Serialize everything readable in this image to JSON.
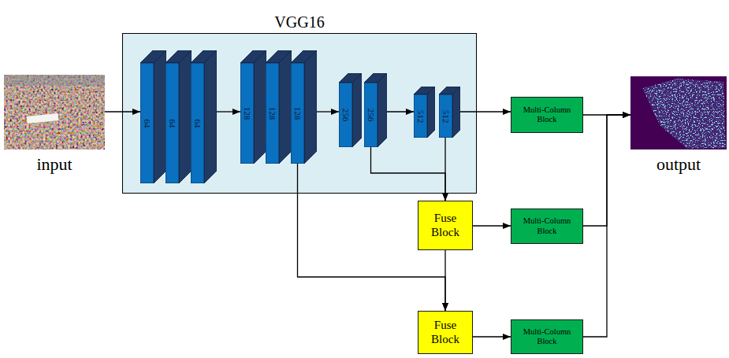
{
  "diagram": {
    "nodes": [
      {
        "text": [
          "input"
        ]
      },
      {
        "text": [
          "VGG16"
        ]
      },
      {
        "text": [
          "64"
        ],
        "in": 1
      },
      {
        "text": [
          "64"
        ],
        "in": 1
      },
      {
        "text": [
          "64"
        ],
        "in": 1
      },
      {
        "text": [
          "128"
        ],
        "in": 1
      },
      {
        "text": [
          "128"
        ],
        "in": 1
      },
      {
        "text": [
          "128"
        ],
        "in": 1
      },
      {
        "text": [
          "256"
        ],
        "in": 1
      },
      {
        "text": [
          "256"
        ],
        "in": 1
      },
      {
        "text": [
          "512"
        ],
        "in": 1
      },
      {
        "text": [
          "512"
        ],
        "in": 1
      },
      {
        "text": [
          "Multi-Column Block"
        ]
      },
      {
        "text": [
          "output"
        ]
      },
      {
        "text": [
          "Fuse Block"
        ]
      },
      {
        "text": [
          "Multi-Column Block"
        ]
      },
      {
        "text": [
          "Fuse Block"
        ]
      },
      {
        "text": [
          "Multi-Column Block"
        ]
      }
    ],
    "edges": [
      {
        "from": 0,
        "to": 2,
        "arrow": "to"
      },
      {
        "from": 4,
        "to": 5,
        "arrow": "to"
      },
      {
        "from": 7,
        "to": 8,
        "arrow": "to"
      },
      {
        "from": 9,
        "to": 10,
        "arrow": "to"
      },
      {
        "from": 11,
        "to": 12,
        "arrow": "to"
      },
      {
        "from": 12,
        "to": 13,
        "arrow": "to"
      },
      {
        "from": 9,
        "to": 14,
        "arrow": "to"
      },
      {
        "from": 11,
        "to": 14,
        "arrow": "to"
      },
      {
        "from": 7,
        "to": 16,
        "arrow": "to"
      },
      {
        "from": 14,
        "to": 16,
        "arrow": "to"
      },
      {
        "from": 14,
        "to": 15,
        "arrow": "to"
      },
      {
        "from": 16,
        "to": 17,
        "arrow": "to"
      },
      {
        "from": 15,
        "to": 13,
        "arrow": "to"
      },
      {
        "from": 17,
        "to": 13,
        "arrow": "to"
      }
    ]
  }
}
